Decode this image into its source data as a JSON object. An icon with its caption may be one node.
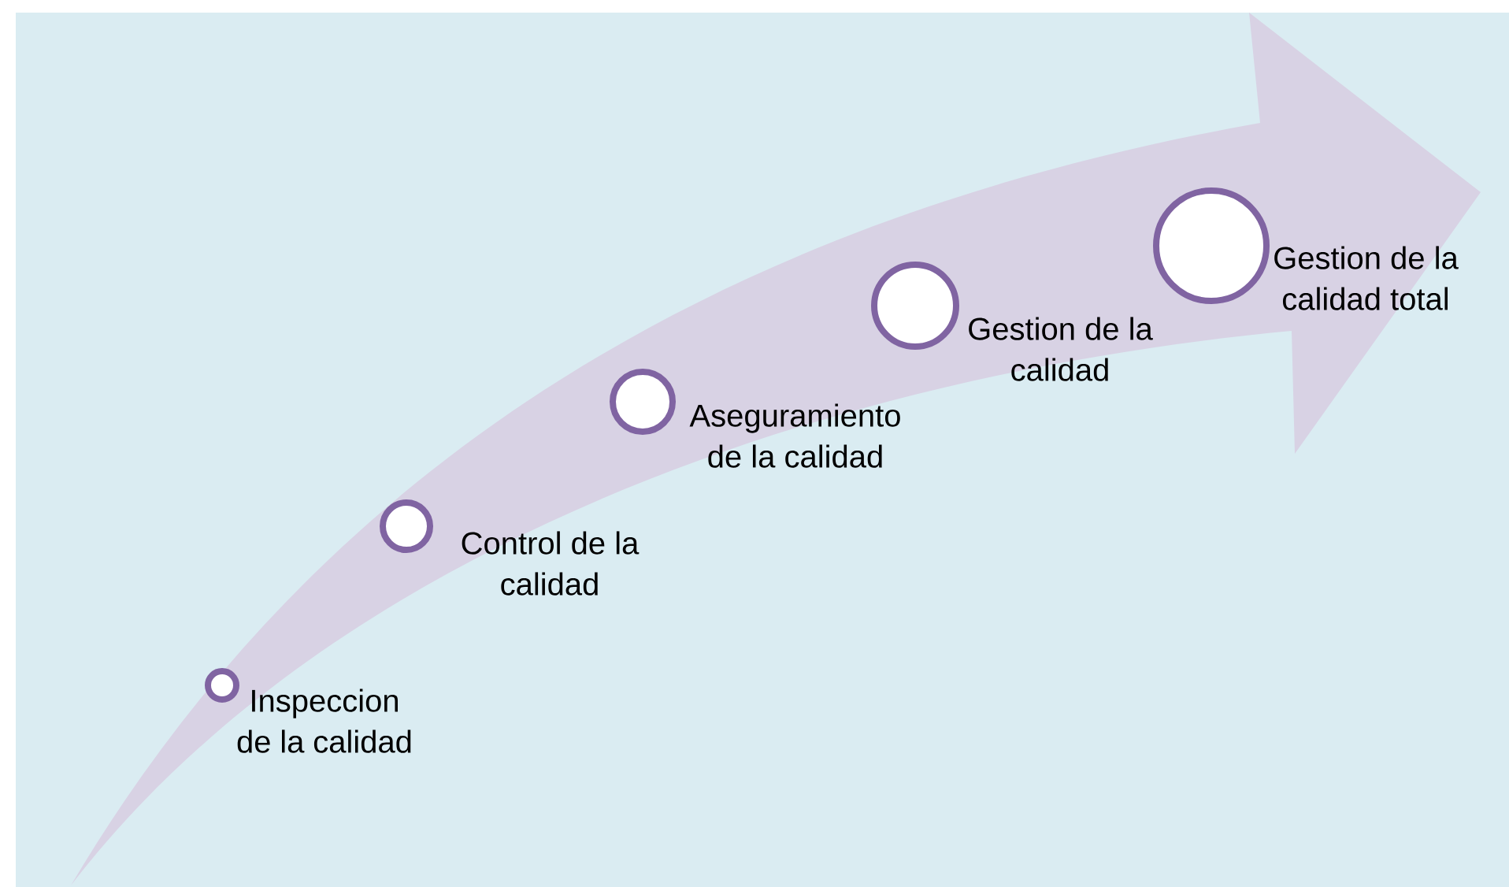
{
  "diagram": {
    "nodes": [
      {
        "text": [],
        "shape": "circle",
        "beside": [
          "Inspeccion de la calidad"
        ]
      },
      {
        "text": [],
        "shape": "circle",
        "beside": [
          "Control de la calidad"
        ]
      },
      {
        "text": [],
        "shape": "circle",
        "beside": [
          "Aseguramiento de la calidad"
        ]
      },
      {
        "text": [],
        "shape": "circle",
        "beside": [
          "Gestion de la calidad"
        ]
      },
      {
        "text": [],
        "shape": "circle",
        "beside": [
          "Gestion de la calidad total"
        ]
      }
    ]
  }
}
